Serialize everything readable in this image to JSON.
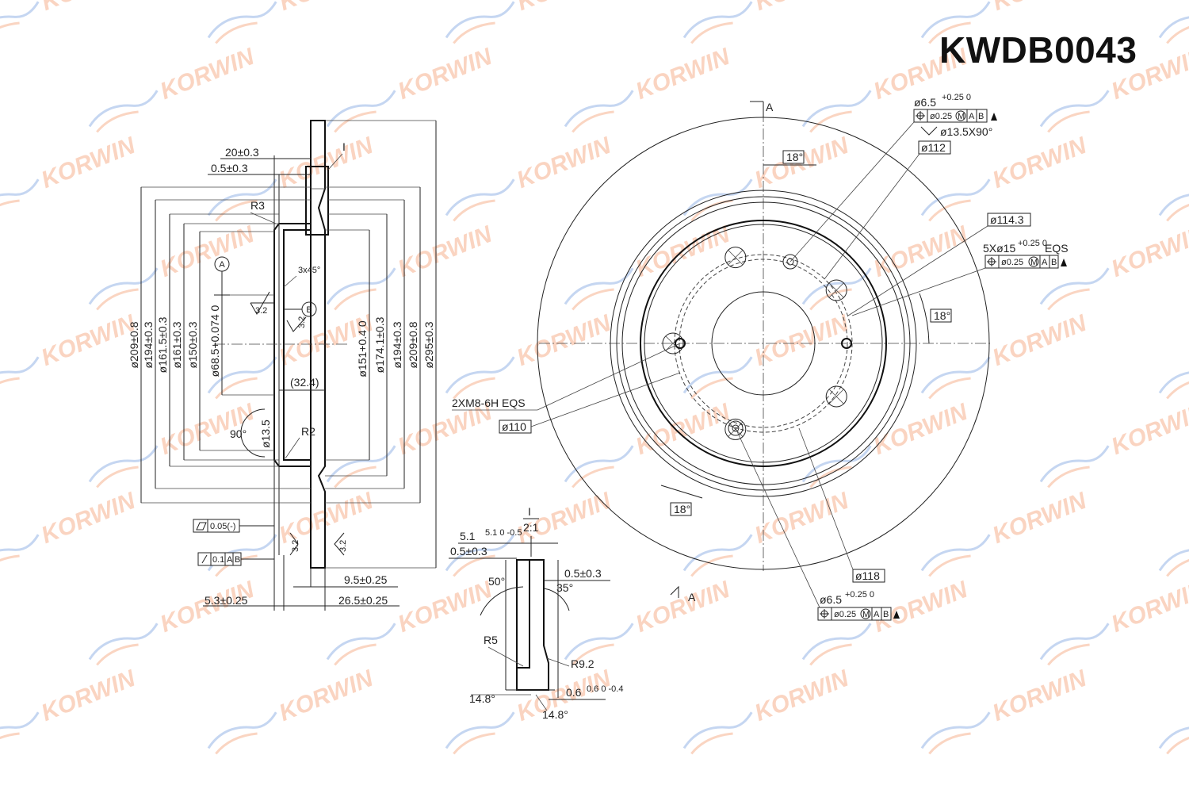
{
  "title": "KWDB0043",
  "watermark": {
    "brand": "KORWIN",
    "colors": {
      "text": "#f7b28f",
      "swoosh_primary": "#7fa3e0",
      "swoosh_secondary": "#f5a178"
    }
  },
  "section_view": {
    "dims_left": [
      "ø209±0.8",
      "ø194±0.3",
      "ø161.5±0.3",
      "ø161±0.3",
      "ø150±0.3",
      "ø68.5+0.074 0"
    ],
    "dims_right": [
      "ø151+0.4 0",
      "ø174.1±0.3",
      "ø194±0.3",
      "ø209±0.8",
      "ø295±0.3"
    ],
    "top_dims": [
      "20±0.3",
      "0.5±0.3"
    ],
    "radii": [
      "R3",
      "R2"
    ],
    "chamfer": "3x45°",
    "angle": "90°",
    "hole_dim": "ø13.5",
    "depth": "(32.4)",
    "datum_a": "A",
    "datum_b": "B",
    "detail_ref": "I",
    "roughness": [
      "3.2",
      "3.2",
      "3.2",
      "3.2"
    ],
    "flatness": "0.05(-)",
    "runout": "0.1",
    "runout_datums": [
      "A",
      "B"
    ],
    "bottom_dims": [
      "9.5±0.25",
      "5.3±0.25",
      "26.5±0.25"
    ]
  },
  "detail_view": {
    "label": "I",
    "scale": "2:1",
    "dims": [
      "5.1 0 -0.5",
      "0.5±0.3",
      "0.5±0.3"
    ],
    "angles": [
      "50°",
      "35°",
      "14.8°",
      "14.8°"
    ],
    "radii": [
      "R5",
      "R9.2"
    ],
    "gap": "0.6 0 -0.4"
  },
  "front_view": {
    "section_mark": "A",
    "angles": [
      "18°",
      "18°",
      "18°"
    ],
    "hole_top": {
      "dia": "ø6.5",
      "tol": "+0.25 0",
      "position_tol": "ø0.25",
      "modifier": "M",
      "datums": [
        "A",
        "B"
      ],
      "countersink": "ø13.5X90°"
    },
    "circles": [
      "ø112",
      "ø114.3",
      "ø110",
      "ø118"
    ],
    "bolt_holes": {
      "spec": "5Xø15",
      "tol": "+0.25 0",
      "suffix": "EQS",
      "position_tol": "ø0.25",
      "modifier": "M",
      "datums": [
        "A",
        "B"
      ]
    },
    "thread": "2XM8-6H EQS",
    "hole_bottom": {
      "dia": "ø6.5",
      "tol": "+0.25 0",
      "position_tol": "ø0.25",
      "modifier": "M",
      "datums": [
        "A",
        "B"
      ]
    }
  }
}
